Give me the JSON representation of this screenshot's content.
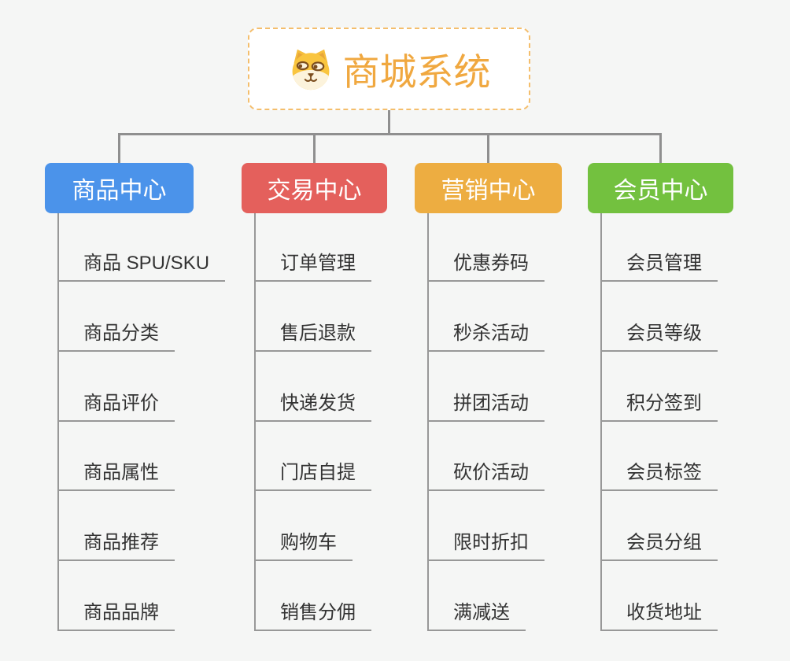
{
  "root": {
    "title": "商城系统",
    "icon": "shiba-dog-icon"
  },
  "branches": [
    {
      "id": "product-center",
      "label": "商品中心",
      "color": "#4B93EA",
      "items": [
        "商品 SPU/SKU",
        "商品分类",
        "商品评价",
        "商品属性",
        "商品推荐",
        "商品品牌"
      ]
    },
    {
      "id": "trade-center",
      "label": "交易中心",
      "color": "#E4605C",
      "items": [
        "订单管理",
        "售后退款",
        "快递发货",
        "门店自提",
        "购物车",
        "销售分佣"
      ]
    },
    {
      "id": "marketing-center",
      "label": "营销中心",
      "color": "#EDAD41",
      "items": [
        "优惠券码",
        "秒杀活动",
        "拼团活动",
        "砍价活动",
        "限时折扣",
        "满减送"
      ]
    },
    {
      "id": "member-center",
      "label": "会员中心",
      "color": "#73C13F",
      "items": [
        "会员管理",
        "会员等级",
        "积分签到",
        "会员标签",
        "会员分组",
        "收货地址"
      ]
    }
  ],
  "colors": {
    "background": "#F5F6F5",
    "connector": "#8F8F8F",
    "leaf_line": "#989898",
    "leaf_text": "#333333",
    "root_text": "#F0A840",
    "root_border": "#F4BE6C",
    "branch_text": "#FFFFFF"
  }
}
